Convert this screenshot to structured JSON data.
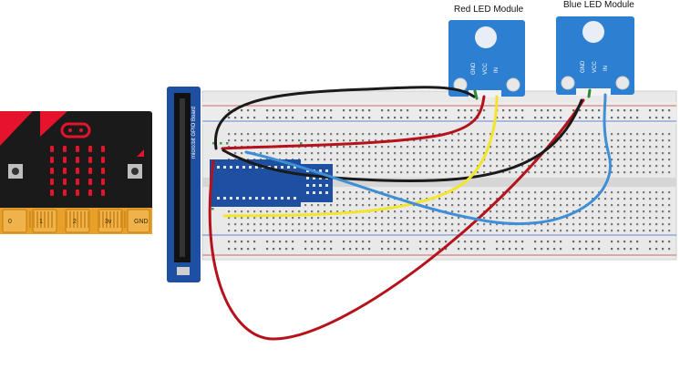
{
  "modules": {
    "red": {
      "title": "Red LED Module",
      "pins": [
        "GND",
        "VCC",
        "IN"
      ]
    },
    "blue": {
      "title": "Blue LED Module",
      "pins": [
        "GND",
        "VCC",
        "IN"
      ]
    }
  },
  "gpio_board": {
    "label": "micro:bit GPIO Board"
  },
  "microbit": {
    "pads": [
      "0",
      "1",
      "2",
      "3v",
      "GND"
    ]
  },
  "colors": {
    "module_blue": "#2c7fd1",
    "gpio_blue": "#1f4fa0",
    "microbit_black": "#1a1a1a",
    "microbit_red": "#e5132b",
    "pad_gold": "#e8a02a",
    "wire_red": "#b5121b",
    "wire_black": "#1a1a1a",
    "wire_yellow": "#f2e52c",
    "wire_blue": "#3f8fd6",
    "wire_green": "#2a8a3a"
  }
}
